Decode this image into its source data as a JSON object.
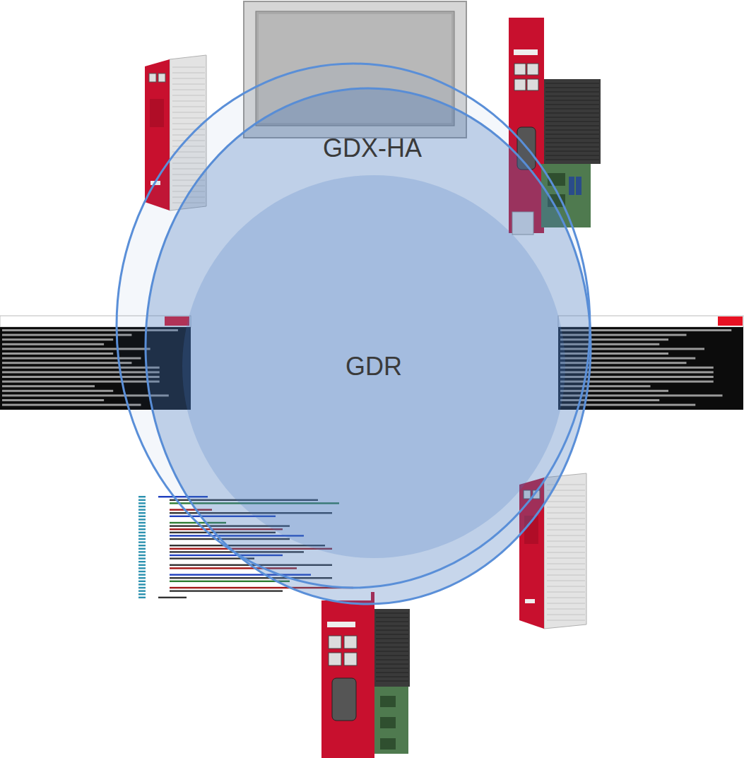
{
  "diagram": {
    "nodes": [
      {
        "text": [
          "GDX-HA"
        ]
      },
      {
        "text": [
          "GDR"
        ],
        "in": 0
      }
    ]
  }
}
